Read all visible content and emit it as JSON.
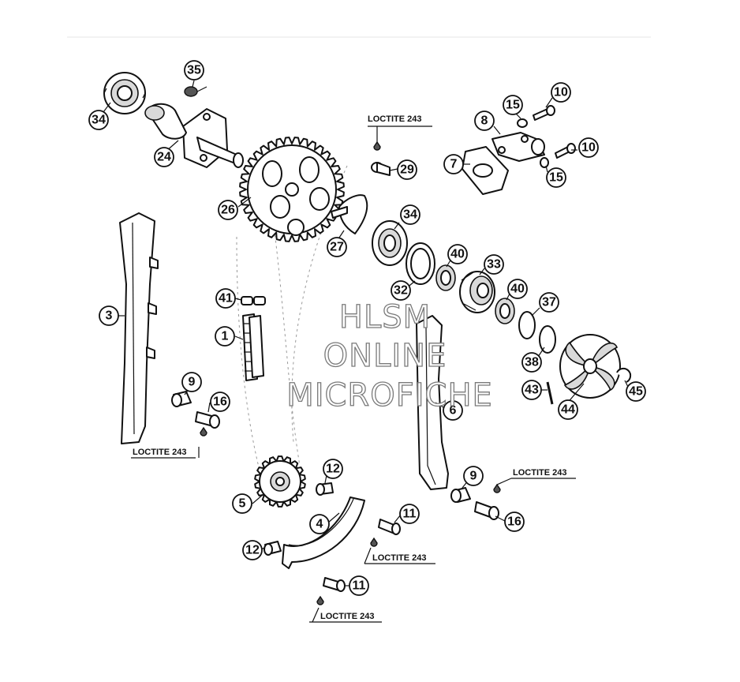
{
  "callouts": [
    {
      "n": "35"
    },
    {
      "n": "34"
    },
    {
      "n": "24"
    },
    {
      "n": "26"
    },
    {
      "n": "29"
    },
    {
      "n": "27"
    },
    {
      "n": "15"
    },
    {
      "n": "10"
    },
    {
      "n": "8"
    },
    {
      "n": "7"
    },
    {
      "n": "10"
    },
    {
      "n": "15"
    },
    {
      "n": "34"
    },
    {
      "n": "40"
    },
    {
      "n": "33"
    },
    {
      "n": "32"
    },
    {
      "n": "40"
    },
    {
      "n": "37"
    },
    {
      "n": "38"
    },
    {
      "n": "3"
    },
    {
      "n": "41"
    },
    {
      "n": "1"
    },
    {
      "n": "9"
    },
    {
      "n": "16"
    },
    {
      "n": "6"
    },
    {
      "n": "43"
    },
    {
      "n": "44"
    },
    {
      "n": "45"
    },
    {
      "n": "12"
    },
    {
      "n": "9"
    },
    {
      "n": "5"
    },
    {
      "n": "4"
    },
    {
      "n": "11"
    },
    {
      "n": "16"
    },
    {
      "n": "12"
    },
    {
      "n": "11"
    }
  ],
  "loctite": [
    {
      "text": "LOCTITE 243"
    },
    {
      "text": "LOCTITE 243"
    },
    {
      "text": "LOCTITE 243"
    },
    {
      "text": "LOCTITE 243"
    },
    {
      "text": "LOCTITE 243"
    }
  ],
  "watermark": {
    "line1": "HLSM",
    "line2": "ONLINE",
    "line3": "MICROFICHE"
  }
}
